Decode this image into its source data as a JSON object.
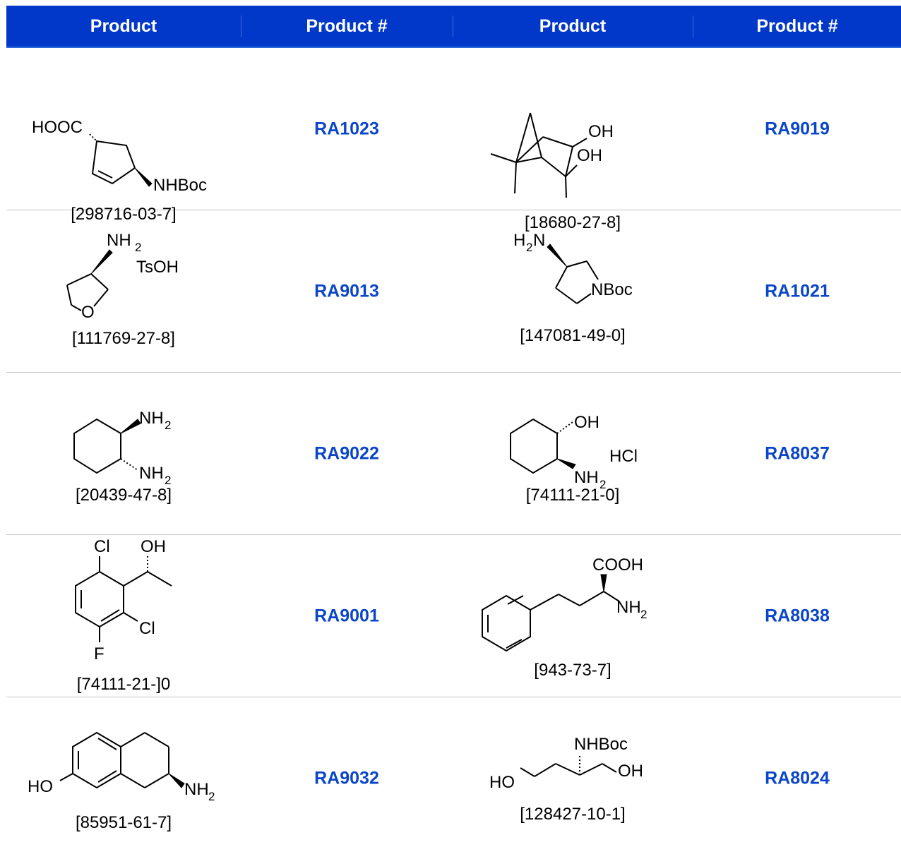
{
  "header": {
    "col1": "Product",
    "col2": "Product #",
    "col3": "Product",
    "col4": "Product #"
  },
  "rows": [
    {
      "left": {
        "cas": "[298716-03-7]",
        "number": "RA1023",
        "labels": [
          "HOOC",
          "NHBoc"
        ]
      },
      "right": {
        "cas": "[18680-27-8]",
        "number": "RA9019",
        "labels": [
          "OH",
          "OH"
        ]
      }
    },
    {
      "left": {
        "cas": "[111769-27-8]",
        "number": "RA9013",
        "labels": [
          "NH",
          "2",
          "TsOH",
          "O"
        ]
      },
      "right": {
        "cas": "[147081-49-0]",
        "number": "RA1021",
        "labels": [
          "H",
          "2",
          "N",
          "NBoc"
        ]
      }
    },
    {
      "left": {
        "cas": "[20439-47-8]",
        "number": "RA9022",
        "labels": [
          "NH",
          "2",
          "NH",
          "2"
        ]
      },
      "right": {
        "cas": "[74111-21-0]",
        "number": "RA8037",
        "labels": [
          "OH",
          "HCl",
          "NH",
          "2"
        ]
      }
    },
    {
      "left": {
        "cas": "[74111-21-]0",
        "number": "RA9001",
        "labels": [
          "Cl",
          "OH",
          "Cl",
          "F"
        ]
      },
      "right": {
        "cas": "[943-73-7]",
        "number": "RA8038",
        "labels": [
          "COOH",
          "NH",
          "2"
        ]
      }
    },
    {
      "left": {
        "cas": "[85951-61-7]",
        "number": "RA9032",
        "labels": [
          "HO",
          "NH",
          "2"
        ]
      },
      "right": {
        "cas": "[128427-10-1]",
        "number": "RA8024",
        "labels": [
          "NHBoc",
          "HO",
          "OH"
        ]
      }
    }
  ]
}
